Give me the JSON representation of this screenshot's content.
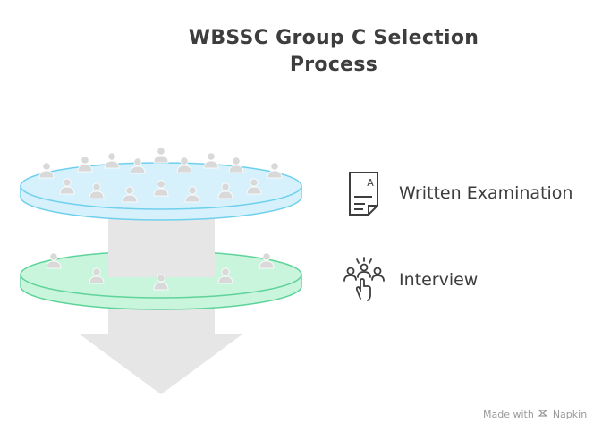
{
  "title": "WBSSC Group C Selection Process",
  "stages": [
    {
      "label": "Written Examination",
      "icon": "exam-paper-icon",
      "color": "#d6f1fb",
      "edge": "#6fd0ee"
    },
    {
      "label": "Interview",
      "icon": "interview-hand-icon",
      "color": "#c9f5dc",
      "edge": "#5ed39a"
    }
  ],
  "watermark": {
    "prefix": "Made with",
    "brand": "Napkin"
  },
  "colors": {
    "funnel": "#e6e6e6",
    "person": "#d9d9d9",
    "text": "#3d3d3d"
  }
}
